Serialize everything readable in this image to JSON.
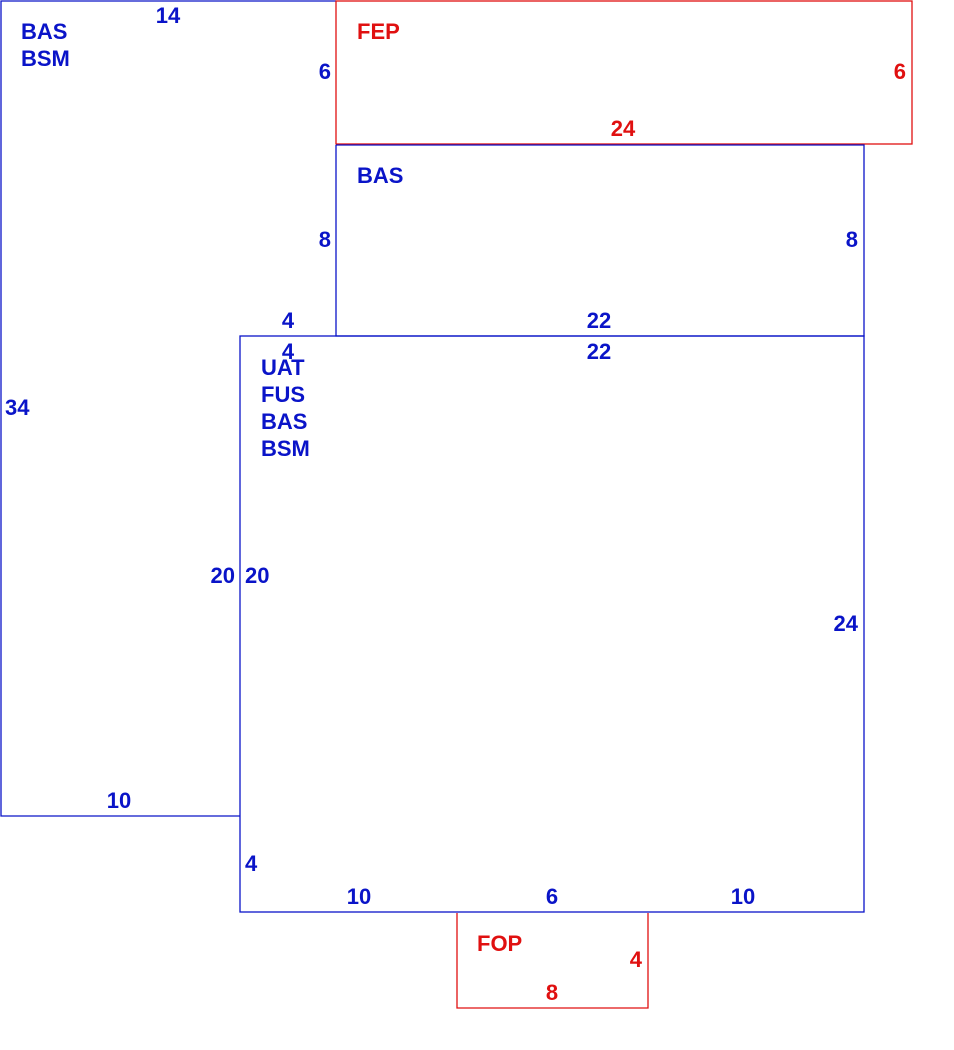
{
  "colors": {
    "main": "#0a14c8",
    "addition": "#e01010"
  },
  "areas": {
    "left_wing": {
      "codes": [
        "BAS",
        "BSM"
      ],
      "dims": {
        "top": "14",
        "right": "6",
        "left": "34",
        "bottom": "10",
        "lower_right": "20"
      }
    },
    "fep": {
      "codes": [
        "FEP"
      ],
      "dims": {
        "right": "6",
        "bottom": "24"
      }
    },
    "middle": {
      "codes": [
        "BAS"
      ],
      "dims": {
        "left": "8",
        "right": "8",
        "bottom_left": "4",
        "bottom": "22"
      }
    },
    "main_floor": {
      "codes": [
        "UAT",
        "FUS",
        "BAS",
        "BSM"
      ],
      "dims": {
        "top_left": "4",
        "top": "22",
        "left": "20",
        "right": "24",
        "lower_left": "4",
        "bottom_left": "10",
        "bottom_mid": "6",
        "bottom_right": "10"
      }
    },
    "fop": {
      "codes": [
        "FOP"
      ],
      "dims": {
        "right": "4",
        "bottom": "8"
      }
    }
  }
}
